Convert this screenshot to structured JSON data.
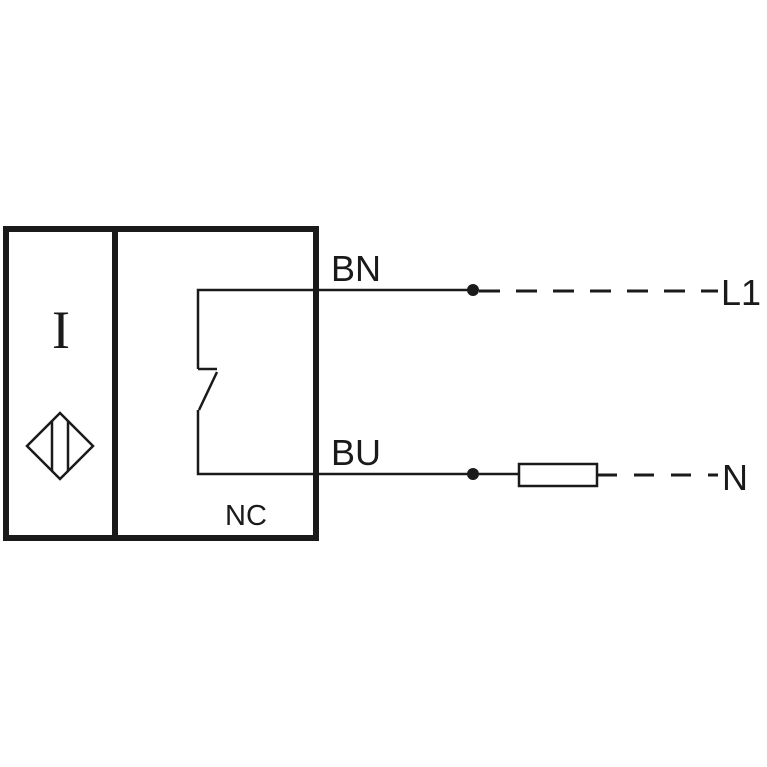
{
  "sensor": {
    "type_symbol": "I",
    "output_label": "NC",
    "symbol_icon": "inductive-proximity-icon"
  },
  "wires": {
    "brown": {
      "code": "BN",
      "terminal": "L1"
    },
    "blue": {
      "code": "BU",
      "terminal": "N"
    }
  },
  "colors": {
    "line": "#1a1a1a",
    "background": "#ffffff"
  }
}
